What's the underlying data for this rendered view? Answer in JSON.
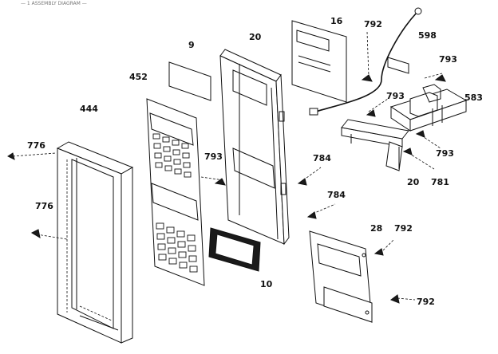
{
  "header_text": "— 1 ASSEMBLY DIAGRAM —",
  "callouts": {
    "p444": "444",
    "p776a": "776",
    "p776b": "776",
    "p452": "452",
    "p9": "9",
    "p20a": "20",
    "p793a": "793",
    "p10": "10",
    "p16": "16",
    "p792a": "792",
    "p598": "598",
    "p793b": "793",
    "p793c": "793",
    "p583": "583",
    "p793d": "793",
    "p784a": "784",
    "p784b": "784",
    "p20b": "20",
    "p781": "781",
    "p28": "28",
    "p792b": "792",
    "p792c": "792"
  },
  "icons": {
    "screw": "screw-icon",
    "clip": "clip-icon"
  }
}
